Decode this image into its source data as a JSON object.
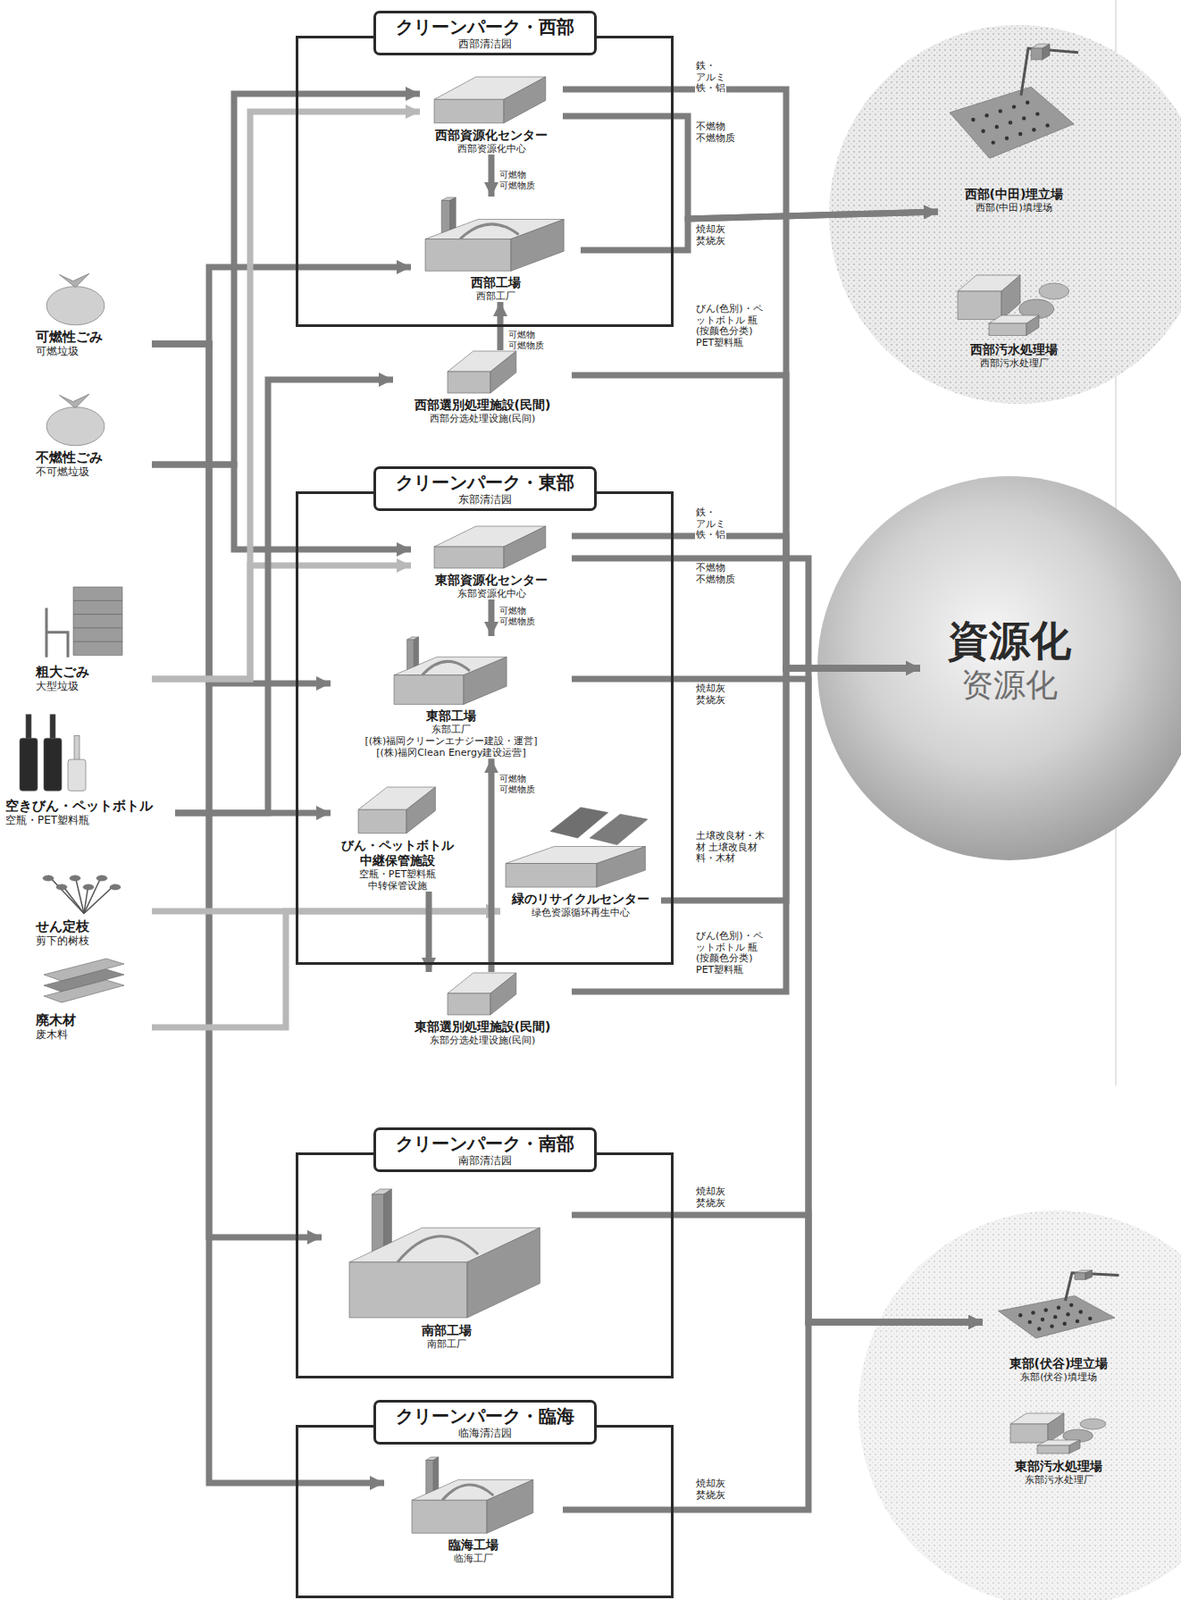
{
  "diagram": {
    "nodes": [
      {
        "text": [
          "クリーンパーク・西部",
          "西部清洁园"
        ]
      },
      {
        "text": [
          "西部資源化センター",
          "西部资源化中心"
        ],
        "in": 0
      },
      {
        "text": [
          "西部工場",
          "西部工厂"
        ],
        "in": 0
      },
      {
        "text": [
          "西部選別処理施設(民間)",
          "西部分选处理设施(民间)"
        ]
      },
      {
        "text": [
          "クリーンパーク・東部",
          "东部清洁园"
        ]
      },
      {
        "text": [
          "東部資源化センター",
          "东部资源化中心"
        ],
        "in": 4
      },
      {
        "text": [
          "東部工場",
          "东部工厂",
          "[(株)福岡クリーンエナジー建設・運営]",
          "[(株)福冈Clean Energy建设运营]"
        ],
        "in": 4
      },
      {
        "text": [
          "びん・ペットボトル 中継保管施設",
          "空瓶・PET塑料瓶 中转保管设施"
        ],
        "in": 4
      },
      {
        "text": [
          "緑のリサイクルセンター",
          "绿色资源循环再生中心"
        ],
        "in": 4
      },
      {
        "text": [
          "東部選別処理施設(民間)",
          "东部分选处理设施(民间)"
        ]
      },
      {
        "text": [
          "クリーンパーク・南部",
          "南部清洁园"
        ]
      },
      {
        "text": [
          "南部工場",
          "南部工厂"
        ],
        "in": 10
      },
      {
        "text": [
          "クリーンパーク・臨海",
          "临海清洁园"
        ]
      },
      {
        "text": [
          "臨海工場",
          "临海工厂"
        ],
        "in": 12
      },
      {
        "text": [
          "可燃性ごみ",
          "可燃垃圾"
        ]
      },
      {
        "text": [
          "不燃性ごみ",
          "不可燃垃圾"
        ]
      },
      {
        "text": [
          "粗大ごみ",
          "大型垃圾"
        ]
      },
      {
        "text": [
          "空きびん・ペットボトル",
          "空瓶・PET塑料瓶"
        ]
      },
      {
        "text": [
          "せん定枝",
          "剪下的树枝"
        ]
      },
      {
        "text": [
          "廃木材",
          "废木料"
        ]
      },
      {
        "text": [
          "西部(中田)埋立場",
          "西部(中田)填埋场"
        ]
      },
      {
        "text": [
          "西部汚水処理場",
          "西部污水处理厂"
        ]
      },
      {
        "text": [
          "資源化",
          "资源化"
        ]
      },
      {
        "text": [
          "東部(伏谷)埋立場",
          "东部(伏谷)填埋场"
        ]
      },
      {
        "text": [
          "東部汚水処理場",
          "东部污水处理厂"
        ]
      }
    ],
    "edges": [
      {
        "from": 14,
        "to": 2,
        "arrow": "to"
      },
      {
        "from": 14,
        "to": 6,
        "arrow": "to"
      },
      {
        "from": 14,
        "to": 11,
        "arrow": "to"
      },
      {
        "from": 14,
        "to": 13,
        "arrow": "to"
      },
      {
        "from": 15,
        "to": 1,
        "arrow": "to"
      },
      {
        "from": 15,
        "to": 5,
        "arrow": "to"
      },
      {
        "from": 16,
        "to": 1,
        "arrow": "to"
      },
      {
        "from": 16,
        "to": 5,
        "arrow": "to"
      },
      {
        "from": 17,
        "to": 3,
        "arrow": "to"
      },
      {
        "from": 17,
        "to": 7,
        "arrow": "to"
      },
      {
        "from": 18,
        "to": 8,
        "arrow": "to"
      },
      {
        "from": 19,
        "to": 8,
        "arrow": "to"
      },
      {
        "from": 1,
        "to": 2,
        "label": "可燃物 可燃物质",
        "arrow": "to"
      },
      {
        "from": 3,
        "to": 2,
        "label": "可燃物 可燃物质",
        "arrow": "to"
      },
      {
        "from": 5,
        "to": 6,
        "label": "可燃物 可燃物质",
        "arrow": "to"
      },
      {
        "from": 9,
        "to": 6,
        "label": "可燃物 可燃物质",
        "arrow": "to"
      },
      {
        "from": 7,
        "to": 9,
        "arrow": "to"
      },
      {
        "from": 1,
        "to": 22,
        "label": "鉄・アルミ 铁・铝",
        "arrow": "to"
      },
      {
        "from": 1,
        "to": 20,
        "label": "不燃物 不燃物质",
        "arrow": "to"
      },
      {
        "from": 2,
        "to": 20,
        "label": "焼却灰 焚烧灰",
        "arrow": "to"
      },
      {
        "from": 3,
        "to": 22,
        "label": "びん(色別)・ペットボトル 瓶(按颜色分类) PET塑料瓶",
        "arrow": "to"
      },
      {
        "from": 5,
        "to": 22,
        "label": "鉄・アルミ 铁・铝",
        "arrow": "to"
      },
      {
        "from": 5,
        "to": 23,
        "label": "不燃物 不燃物质",
        "arrow": "to"
      },
      {
        "from": 6,
        "to": 23,
        "label": "焼却灰 焚烧灰",
        "arrow": "to"
      },
      {
        "from": 8,
        "to": 22,
        "label": "土壌改良材・木材 土壌改良材料・木材",
        "arrow": "to"
      },
      {
        "from": 9,
        "to": 22,
        "label": "びん(色別)・ペットボトル 瓶(按颜色分类) PET塑料瓶",
        "arrow": "to"
      },
      {
        "from": 11,
        "to": 23,
        "label": "焼却灰 焚烧灰",
        "arrow": "to"
      },
      {
        "from": 13,
        "to": 23,
        "label": "焼却灰 焚烧灰",
        "arrow": "to"
      }
    ]
  }
}
